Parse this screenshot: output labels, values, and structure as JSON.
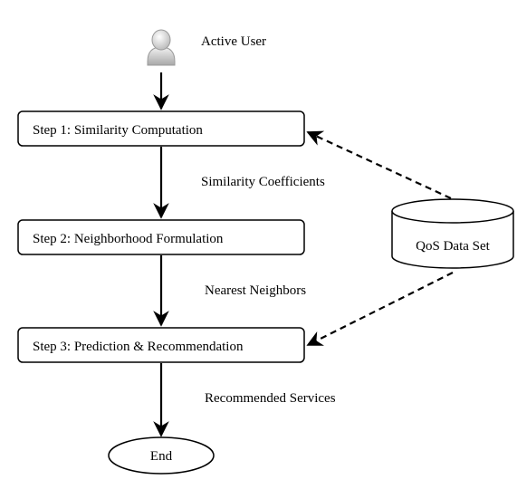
{
  "user_label": "Active User",
  "steps": [
    "Step 1: Similarity Computation",
    "Step 2: Neighborhood Formulation",
    "Step 3: Prediction & Recommendation"
  ],
  "edge_labels": [
    "Similarity Coefficients",
    "Nearest Neighbors",
    "Recommended Services"
  ],
  "dataset_label": "QoS Data Set",
  "end_label": "End",
  "icons": {
    "user": "user-icon",
    "dataset": "database-cylinder"
  }
}
